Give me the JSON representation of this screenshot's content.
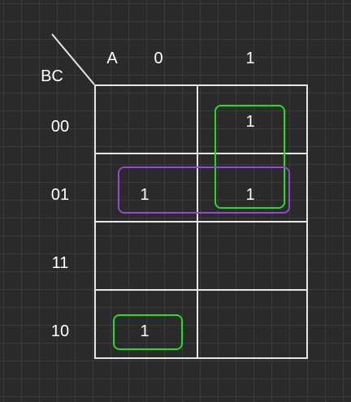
{
  "kmap": {
    "row_variable": "BC",
    "col_variable": "A",
    "col_headers": [
      "0",
      "1"
    ],
    "row_headers": [
      "00",
      "01",
      "11",
      "10"
    ],
    "cells": [
      [
        "",
        "1"
      ],
      [
        "1",
        "1"
      ],
      [
        "",
        ""
      ],
      [
        "1",
        ""
      ]
    ],
    "groups": [
      {
        "color": "#22dd22",
        "cells": [
          [
            0,
            1
          ],
          [
            1,
            1
          ]
        ]
      },
      {
        "color": "#9944dd",
        "cells": [
          [
            1,
            0
          ],
          [
            1,
            1
          ]
        ]
      },
      {
        "color": "#22dd22",
        "cells": [
          [
            3,
            0
          ]
        ]
      }
    ]
  },
  "colors": {
    "background": "#2a2a2a",
    "grid_line": "#e6e6e6",
    "text": "#ffffff"
  }
}
